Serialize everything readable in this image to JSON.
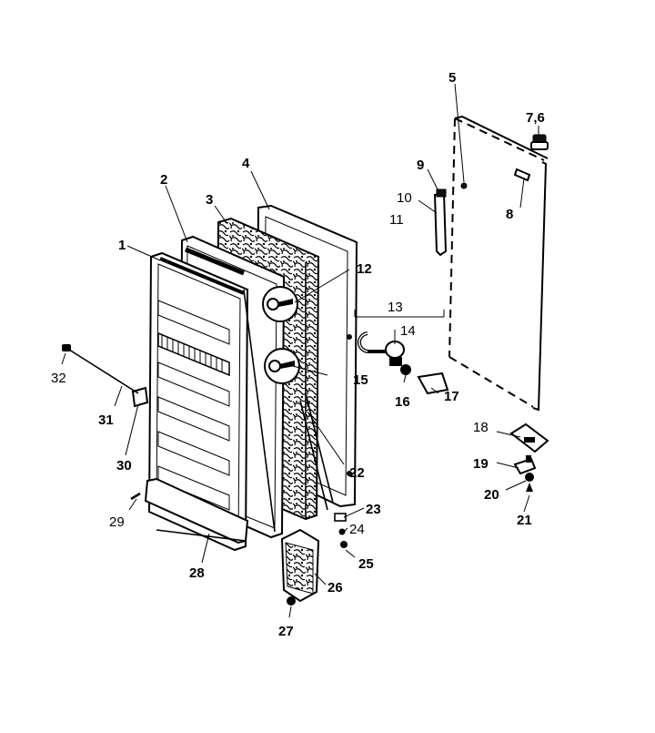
{
  "labels": {
    "p1": "1",
    "p2": "2",
    "p3": "3",
    "p4": "4",
    "p5": "5",
    "p7_6": "7,6",
    "p8": "8",
    "p9": "9",
    "p10": "10",
    "p11": "11",
    "p12": "12",
    "p13": "13",
    "p14": "14",
    "p15": "15",
    "p16": "16",
    "p17": "17",
    "p18": "18",
    "p19": "19",
    "p20": "20",
    "p21": "21",
    "p22": "22",
    "p23": "23",
    "p24": "24",
    "p25": "25",
    "p26": "26",
    "p27": "27",
    "p28": "28",
    "p29": "29",
    "p30": "30",
    "p31": "31",
    "p32": "32"
  }
}
